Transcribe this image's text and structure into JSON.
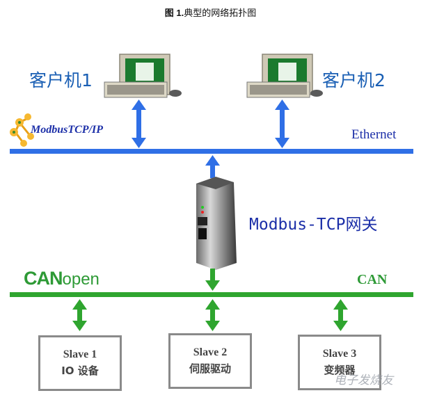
{
  "figure": {
    "title_prefix": "图 1.",
    "title_text": "典型的网络拓扑图"
  },
  "clients": [
    {
      "label": "客户机1"
    },
    {
      "label": "客户机2"
    }
  ],
  "ethernet": {
    "protocol_logo": "ModbusTCP/IP",
    "label": "Ethernet",
    "color": "#2f6fe6"
  },
  "gateway": {
    "label": "Modbus-TCP网关"
  },
  "can": {
    "logo_can": "CAN",
    "logo_open": "open",
    "label": "CAN",
    "color": "#2fa52f"
  },
  "slaves": [
    {
      "name": "Slave 1",
      "desc": "IO 设备"
    },
    {
      "name": "Slave 2",
      "desc": "伺服驱动"
    },
    {
      "name": "Slave 3",
      "desc": "变频器"
    }
  ],
  "watermark": "电子发烧友"
}
